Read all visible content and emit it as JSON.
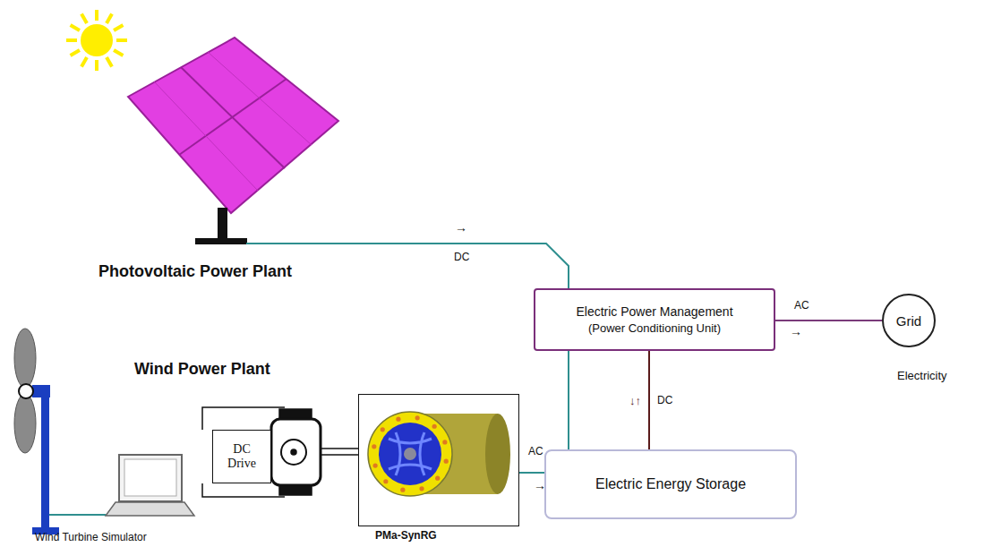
{
  "diagram": {
    "nodes": [
      {
        "text": [
          "Photovoltaic Power Plant"
        ]
      },
      {
        "text": [
          "Wind Turbine Simulator"
        ]
      },
      {
        "text": [
          "DC Drive"
        ]
      },
      {
        "text": [
          "PMa-SynRG"
        ]
      },
      {
        "text": [
          "Electric Power Management",
          "(Power Conditioning Unit)"
        ]
      },
      {
        "text": [
          "Electric Energy Storage"
        ]
      },
      {
        "text": [
          "Grid",
          "Electricity"
        ]
      }
    ],
    "edges": [
      {
        "from": 0,
        "to": 4,
        "label": "DC",
        "arrow": "none"
      },
      {
        "from": 3,
        "to": 4,
        "label": "AC",
        "arrow": "none"
      },
      {
        "from": 4,
        "to": 6,
        "label": "AC",
        "arrow": "none"
      },
      {
        "from": 4,
        "to": 5,
        "label": "DC",
        "arrow": "none"
      }
    ],
    "labels": [
      "Wind Power Plant",
      "→",
      "→",
      "→",
      "↓↑"
    ]
  }
}
